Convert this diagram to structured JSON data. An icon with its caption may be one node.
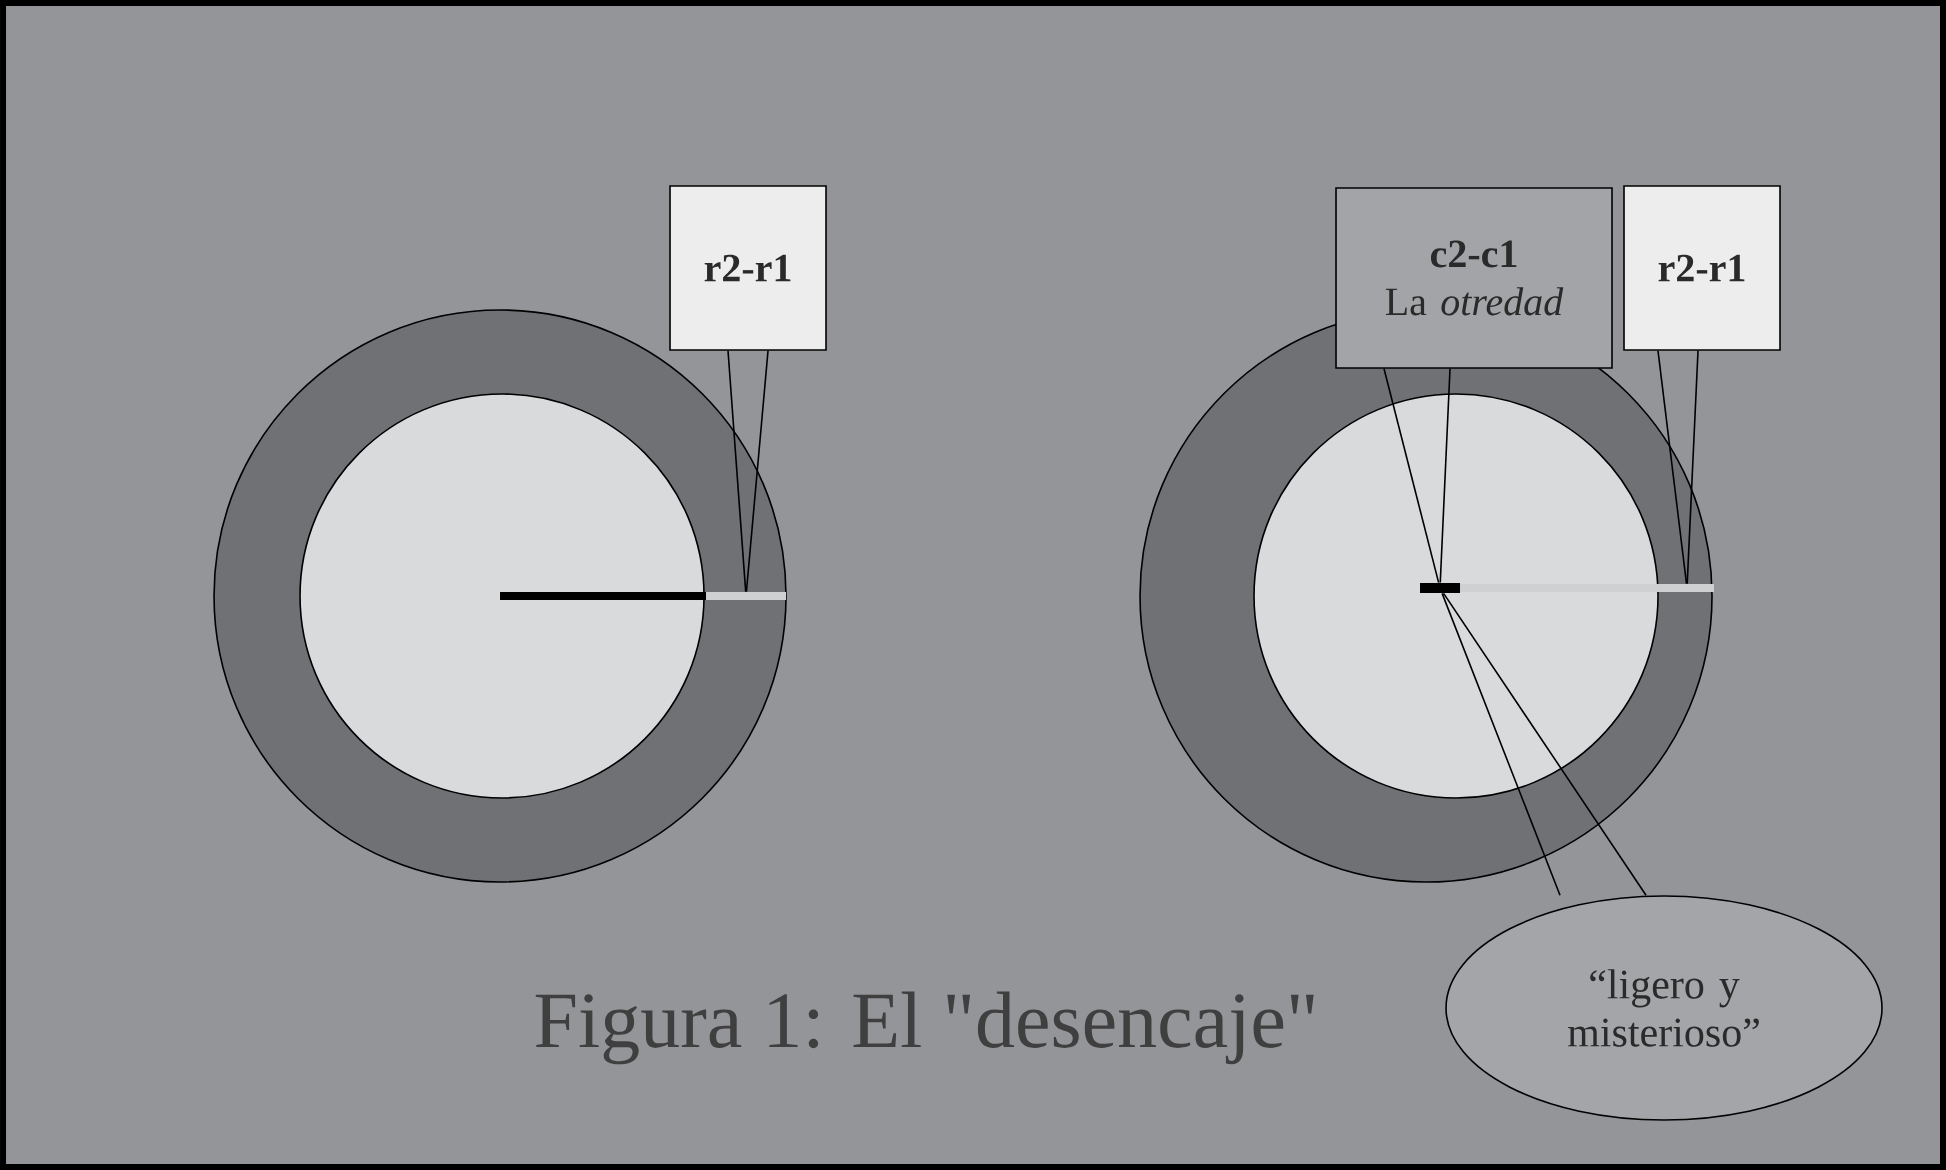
{
  "diagram": {
    "caption": "Figura 1: El \"desencaje\"",
    "nodes": [
      {
        "text": [
          "r2-r1"
        ]
      },
      {
        "text": [
          "c2-c1",
          "La *otredad*"
        ]
      },
      {
        "text": [
          "r2-r1"
        ]
      },
      {
        "text": [
          "“ligero y misterioso”"
        ]
      },
      {
        "text": [],
        "shape": "bar"
      },
      {
        "text": [],
        "shape": "bar"
      },
      {
        "text": [],
        "shape": "bar"
      }
    ],
    "edges": [
      {
        "from": 0,
        "to": 4,
        "arrow": "none"
      },
      {
        "from": 1,
        "to": 5,
        "arrow": "none"
      },
      {
        "from": 2,
        "to": 6,
        "arrow": "none"
      },
      {
        "from": 3,
        "to": 5,
        "arrow": "none"
      }
    ]
  }
}
